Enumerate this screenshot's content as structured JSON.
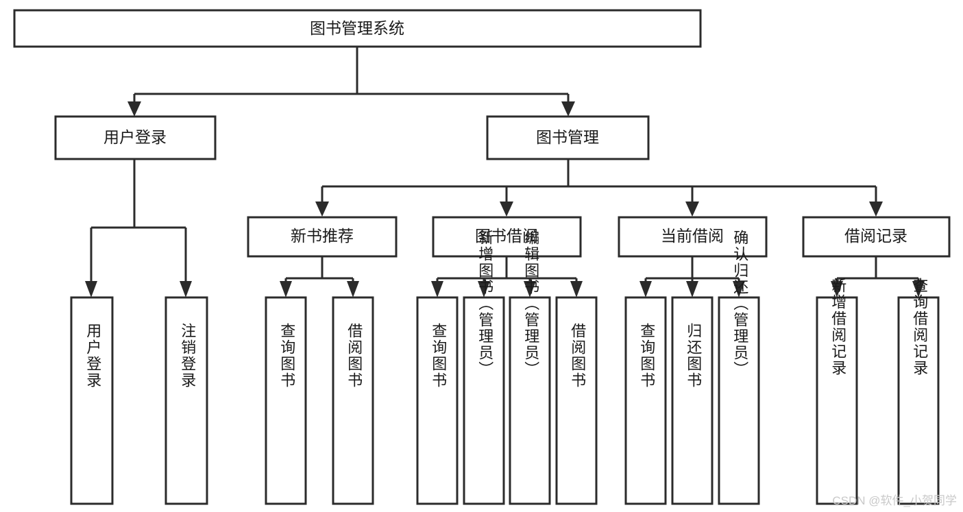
{
  "diagram": {
    "title": "图书管理系统",
    "type": "tree-hierarchy-flowchart",
    "colors": {
      "box_stroke": "#2b2b2b",
      "box_fill": "#ffffff",
      "text": "#1a1a1a",
      "background": "#ffffff",
      "watermark": "#c9c9c9"
    },
    "root": {
      "id": "root",
      "label": "图书管理系统"
    },
    "level2": [
      {
        "id": "user-login",
        "label": "用户登录"
      },
      {
        "id": "book-manage",
        "label": "图书管理"
      }
    ],
    "level3": [
      {
        "id": "new-book-rec",
        "label": "新书推荐",
        "parent": "book-manage"
      },
      {
        "id": "book-borrow",
        "label": "图书借阅",
        "parent": "book-manage"
      },
      {
        "id": "current-borrow",
        "label": "当前借阅",
        "parent": "book-manage"
      },
      {
        "id": "borrow-record",
        "label": "借阅记录",
        "parent": "book-manage"
      }
    ],
    "leaves": [
      {
        "id": "leaf-user-login",
        "label": "用户登录",
        "parent": "user-login"
      },
      {
        "id": "leaf-user-logout",
        "label": "注销登录",
        "parent": "user-login"
      },
      {
        "id": "leaf-query-book-1",
        "label": "查询图书",
        "parent": "new-book-rec"
      },
      {
        "id": "leaf-borrow-book-1",
        "label": "借阅图书",
        "parent": "new-book-rec"
      },
      {
        "id": "leaf-query-book-2",
        "label": "查询图书",
        "parent": "book-borrow"
      },
      {
        "id": "leaf-add-book",
        "label": "新增图书（管理员）",
        "parent": "book-borrow"
      },
      {
        "id": "leaf-edit-book",
        "label": "编辑图书（管理员）",
        "parent": "book-borrow"
      },
      {
        "id": "leaf-borrow-book-2",
        "label": "借阅图书",
        "parent": "book-borrow"
      },
      {
        "id": "leaf-query-book-3",
        "label": "查询图书",
        "parent": "current-borrow"
      },
      {
        "id": "leaf-return-book",
        "label": "归还图书",
        "parent": "current-borrow"
      },
      {
        "id": "leaf-confirm-return",
        "label": "确认归还（管理员）",
        "parent": "current-borrow"
      },
      {
        "id": "leaf-add-record",
        "label": "新增借阅记录",
        "parent": "borrow-record"
      },
      {
        "id": "leaf-query-record",
        "label": "查询借阅记录",
        "parent": "borrow-record"
      }
    ]
  },
  "watermark": {
    "text": "CSDN @软件_小贺同学"
  }
}
